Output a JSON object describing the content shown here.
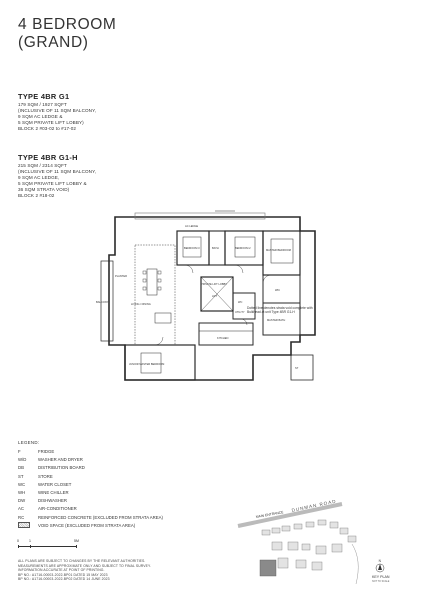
{
  "heading": {
    "line1": "4 BEDROOM",
    "line2": "(GRAND)"
  },
  "types": [
    {
      "name": "TYPE 4BR G1",
      "lines": [
        "179 SQM / 1927 SQFT",
        "(INCLUSIVE OF 11 SQM BALCONY,",
        "9 SQM AC LEDGE &",
        "5 SQM PRIVATE LIFT LOBBY)",
        "BLOCK 2      #03-02 to #17-02"
      ]
    },
    {
      "name": "TYPE 4BR G1-H",
      "lines": [
        "215 SQM / 2314 SQFT",
        "(INCLUSIVE OF 11 SQM BALCONY,",
        "9 SQM AC LEDGE,",
        "5 SQM PRIVATE LIFT LOBBY &",
        "36 SQM STRATA VOID)",
        "BLOCK 2      #18-02"
      ]
    }
  ],
  "plan": {
    "rooms": {
      "bedroom3": "BEDROOM 3",
      "bedroom2": "BEDROOM 2",
      "master": "MASTER BEDROOM",
      "bath": "BATH",
      "wic": "WIC",
      "balcony": "BALCONY",
      "living_dining": "LIVING / DINING",
      "private_lift": "PRIVATE LIFT LOBBY",
      "lift": "LIFT",
      "wc": "WC",
      "utility": "UTILITY",
      "store": "ST",
      "kitchen": "KITCHEN",
      "bedroom1": "JUNIOR MASTER BEDROOM",
      "ac_ledge": "AC LEDGE",
      "planter": "PLANTER",
      "master_bath": "MASTER BATH"
    },
    "callout": "Dotted line denotes strata void complete with Bulkhead at unit Type 4BR G1-H"
  },
  "legend": {
    "title": "LEGEND:",
    "items": [
      {
        "key": "F",
        "desc": "FRIDGE"
      },
      {
        "key": "W/D",
        "desc": "WASHER AND DRYER"
      },
      {
        "key": "DB",
        "desc": "DISTRIBUTION BOARD"
      },
      {
        "key": "ST",
        "desc": "STORE"
      },
      {
        "key": "WC",
        "desc": "WATER CLOSET"
      },
      {
        "key": "WH",
        "desc": "WINE CHILLER"
      },
      {
        "key": "DW",
        "desc": "DISHWASHER"
      },
      {
        "key": "AC",
        "desc": "AIR-CONDITIONER"
      },
      {
        "key": "RC",
        "desc": "REINFORCED CONCRETE (EXCLUDED FROM STRATA AREA)"
      }
    ],
    "void_item": "VOID SPACE (EXCLUDED FROM STRATA AREA)"
  },
  "scale": {
    "labels": [
      "0",
      "1",
      "5M"
    ]
  },
  "keyplan": {
    "main_entrance": "MAIN ENTRANCE",
    "road": "DUNMAN ROAD",
    "north": "N",
    "key_plan": "KEY PLAN",
    "key_plan_sub": "NOT TO SCALE"
  },
  "disclaimer": [
    "ALL PLANS ARE SUBJECT TO CHANGES BY THE RELEVANT AUTHORITIES.",
    "MEASUREMENTS ARE APPROXIMATE ONLY AND SUBJECT TO FINAL SURVEY.",
    "INFORMATION ACCURATE AT POINT OF PRINTING.",
    "BP NO.: A1716-00003-2022-BP01 DATED 15 MAY 2023",
    "BP NO.: A1716-00003-2022-BP02 DATED 14 JUNE 2023"
  ],
  "colors": {
    "wall": "#2a2a2a",
    "accent": "#7a7a7a",
    "ink": "#333333"
  }
}
